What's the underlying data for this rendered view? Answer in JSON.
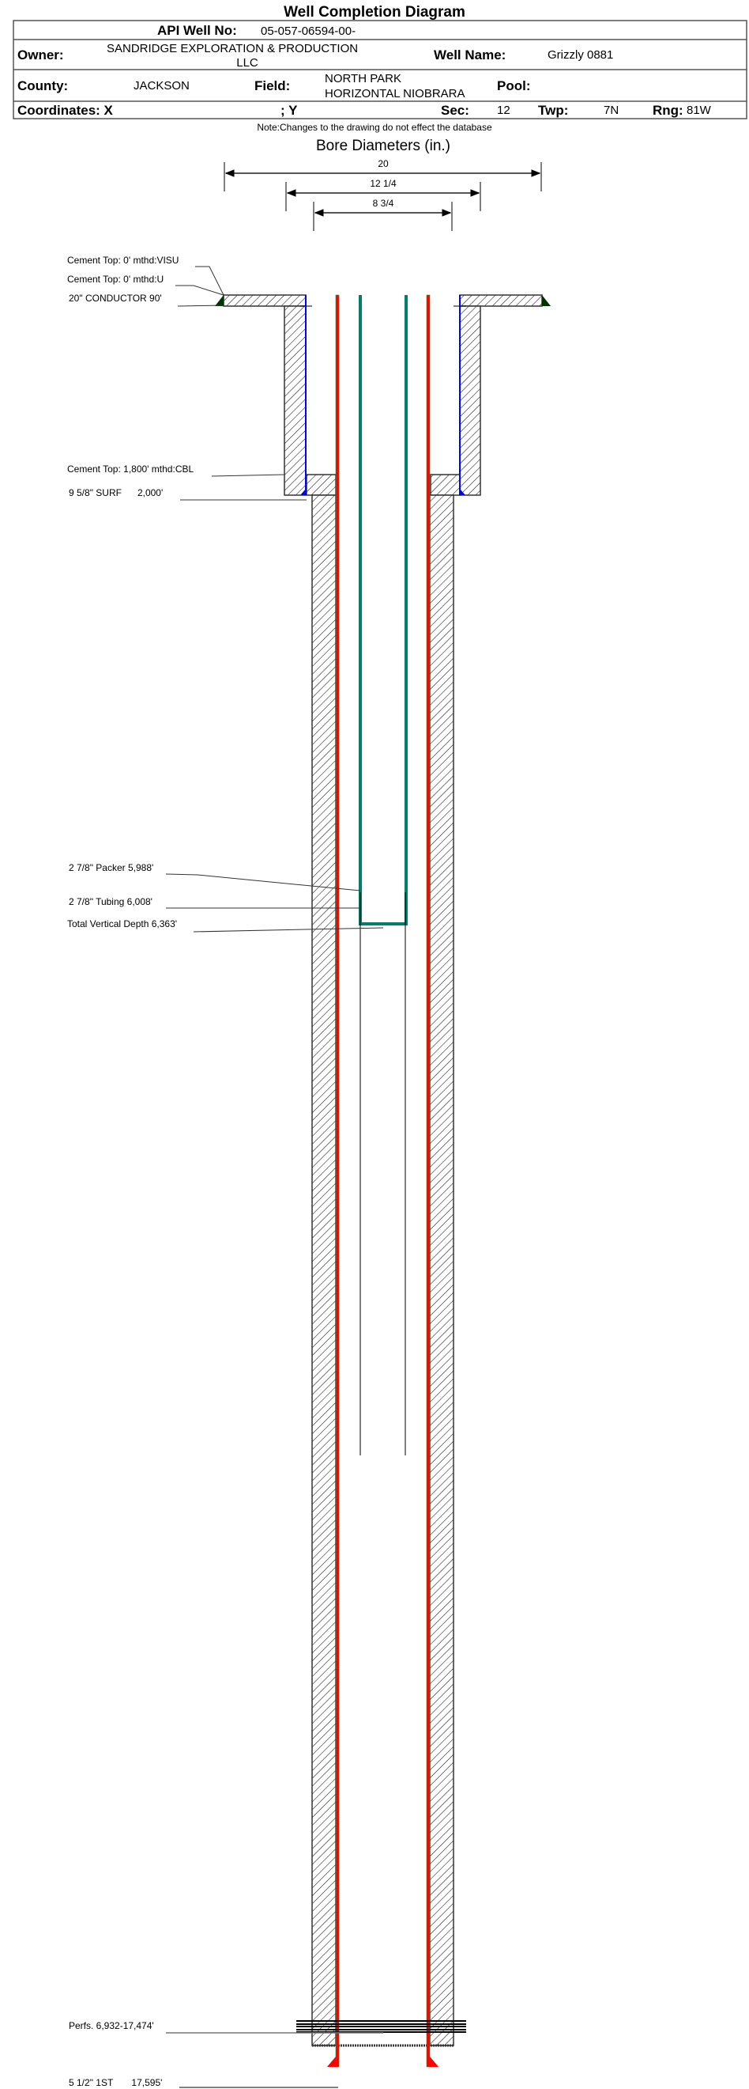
{
  "header": {
    "title": "Well Completion Diagram",
    "api_label": "API Well No:",
    "api_value": "05-057-06594-00-",
    "owner_label": "Owner:",
    "owner_value_line1": "SANDRIDGE EXPLORATION & PRODUCTION",
    "owner_value_line2": "LLC",
    "well_name_label": "Well Name:",
    "well_name_value": "Grizzly 0881",
    "county_label": "County:",
    "county_value": "JACKSON",
    "field_label": "Field:",
    "field_value_line1": "NORTH PARK",
    "field_value_line2": "HORIZONTAL NIOBRARA",
    "pool_label": "Pool:",
    "coordinates_label": "Coordinates: X",
    "y_label": "; Y",
    "sec_label": "Sec:",
    "sec_value": "12",
    "twp_label": "Twp:",
    "twp_value": "7N",
    "rng_label": "Rng:",
    "rng_value": "81W",
    "note": "Note:Changes to the drawing do not effect the database"
  },
  "bore_diameters": {
    "title": "Bore Diameters (in.)",
    "values": [
      "20",
      "12 1/4",
      "8 3/4"
    ]
  },
  "annotations": {
    "cement_top_visu": "Cement Top: 0' mthd:VISU",
    "cement_top_u": "Cement Top: 0' mthd:U",
    "conductor": "20\" CONDUCTOR  90'",
    "cement_top_cbl": "Cement Top: 1,800' mthd:CBL",
    "surface_casing": "9 5/8\" SURF      2,000'",
    "packer": "2 7/8\" Packer 5,988'",
    "tubing": "2 7/8\" Tubing 6,008'",
    "tvd": "Total Vertical Depth 6,363'",
    "perfs": "Perfs. 6,932-17,474'",
    "production_casing": "5 1/2\" 1ST       17,595'"
  },
  "colors": {
    "production_casing": "#ff0000",
    "tubing": "#00806a",
    "surface_casing": "#0000ff",
    "cement_shoe": "#006400"
  }
}
